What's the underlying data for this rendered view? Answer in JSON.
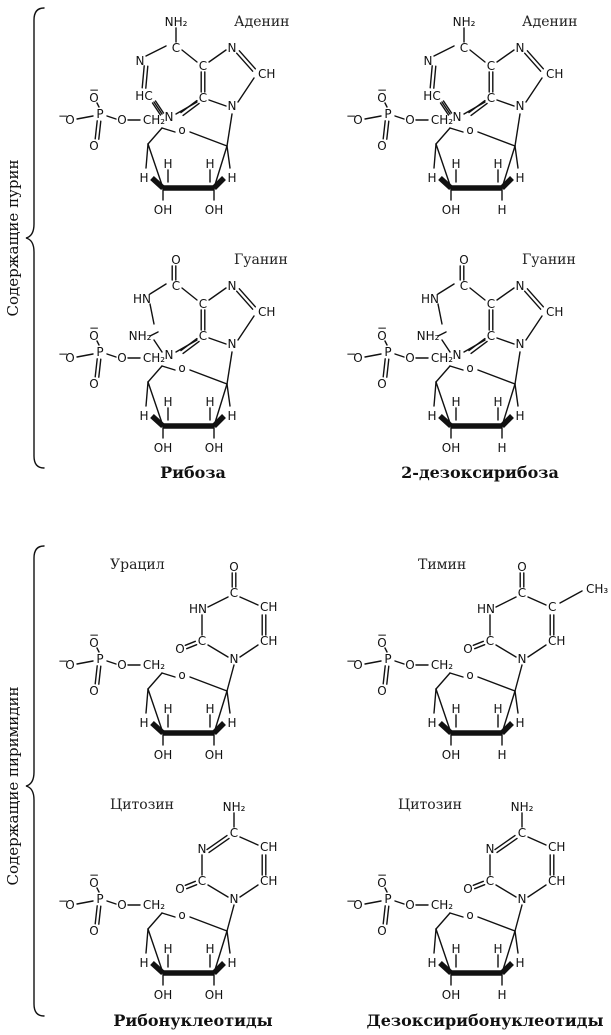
{
  "side_labels": {
    "purine": "Содержащие пурин",
    "pyrimidine": "Содержащие пиримидин"
  },
  "captions": {
    "ribose": "Рибоза",
    "deoxyribose": "2-дезоксирибоза",
    "ribonucleotides": "Рибонуклеотиды",
    "deoxyribonucleotides": "Дезоксирибонуклеотиды"
  },
  "molecules": [
    {
      "base": "Аденин",
      "type": "adenine",
      "sugar": "ribose"
    },
    {
      "base": "Аденин",
      "type": "adenine",
      "sugar": "deoxyribose"
    },
    {
      "base": "Гуанин",
      "type": "guanine",
      "sugar": "ribose"
    },
    {
      "base": "Гуанин",
      "type": "guanine",
      "sugar": "deoxyribose"
    },
    {
      "base": "Урацил",
      "type": "uracil",
      "sugar": "ribose"
    },
    {
      "base": "Тимин",
      "type": "thymine",
      "sugar": "deoxyribose"
    },
    {
      "base": "Цитозин",
      "type": "cytosine",
      "sugar": "ribose"
    },
    {
      "base": "Цитозин",
      "type": "cytosine",
      "sugar": "deoxyribose"
    }
  ],
  "atoms": {
    "nitrogen": "N",
    "carbon": "C",
    "hydrogen": "H",
    "oxygen": "O",
    "phosphorus": "P",
    "minus": "−",
    "amino": "NH₂",
    "hydroxyl": "OH",
    "imine": "HN",
    "methine": "HC",
    "methylene": "CH₂",
    "methine_r": "CH",
    "methyl": "CH₃",
    "ring_o": "o"
  }
}
